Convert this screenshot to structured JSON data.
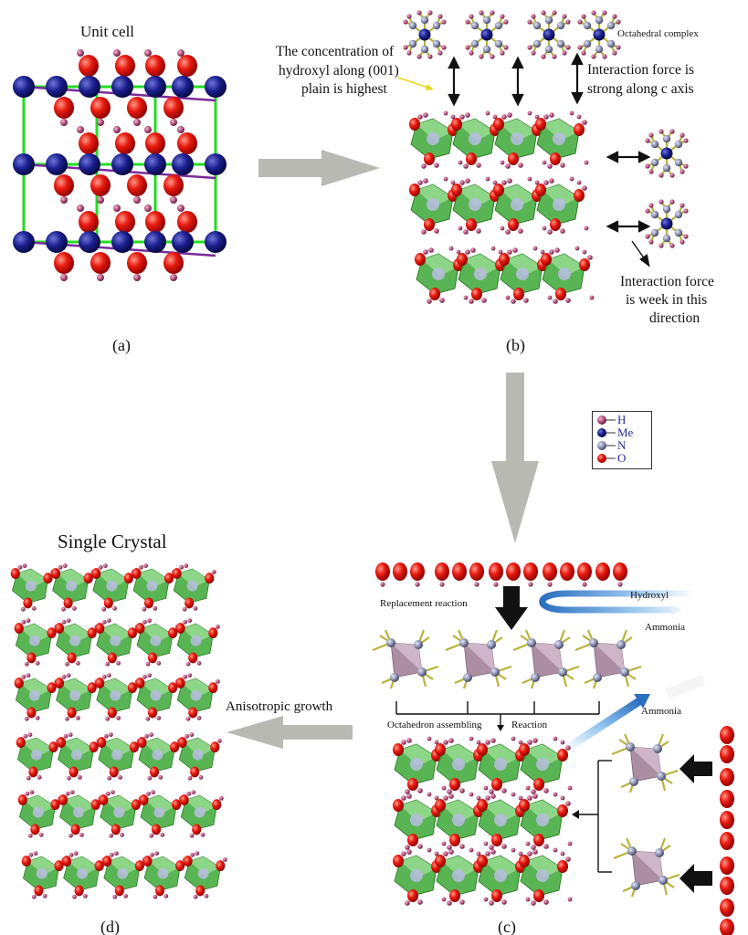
{
  "panel_a": {
    "title": "Unit cell",
    "caption": "(a)"
  },
  "panel_b": {
    "caption": "(b)",
    "complex_label": "Octahedral complex",
    "hydroxyl_note": [
      "The concentration of",
      "hydroxyl along (001)",
      "plain is highest"
    ],
    "strong_note": [
      "Interaction force is",
      "strong along c axis"
    ],
    "weak_note": [
      "Interaction force",
      "is week in this",
      "direction"
    ]
  },
  "legend": {
    "items": [
      {
        "symbol": "H",
        "color": "#b0507a"
      },
      {
        "symbol": "Me",
        "color": "#141a7a"
      },
      {
        "symbol": "N",
        "color": "#8a8fb0"
      },
      {
        "symbol": "O",
        "color": "#e0140e"
      }
    ]
  },
  "panel_c": {
    "caption": "(c)",
    "replacement": "Replacement reaction",
    "hydroxyl": "Hydroxyl",
    "ammonia_1": "Ammonia",
    "ammonia_2": "Ammonia",
    "assembling": "Octahedron assembling",
    "reaction": "Reaction"
  },
  "panel_d": {
    "title": "Single Crystal",
    "caption": "(d)",
    "growth": "Anisotropic growth"
  },
  "colors": {
    "oxygen": "#e0140e",
    "hydrogen": "#b0507a",
    "metal": "#141a7a",
    "nitrogen": "#8a8fb0",
    "octa_green": "#2f9a2a",
    "bond_green": "#2ee02e",
    "arrow_gray": "#b9b9b4"
  }
}
